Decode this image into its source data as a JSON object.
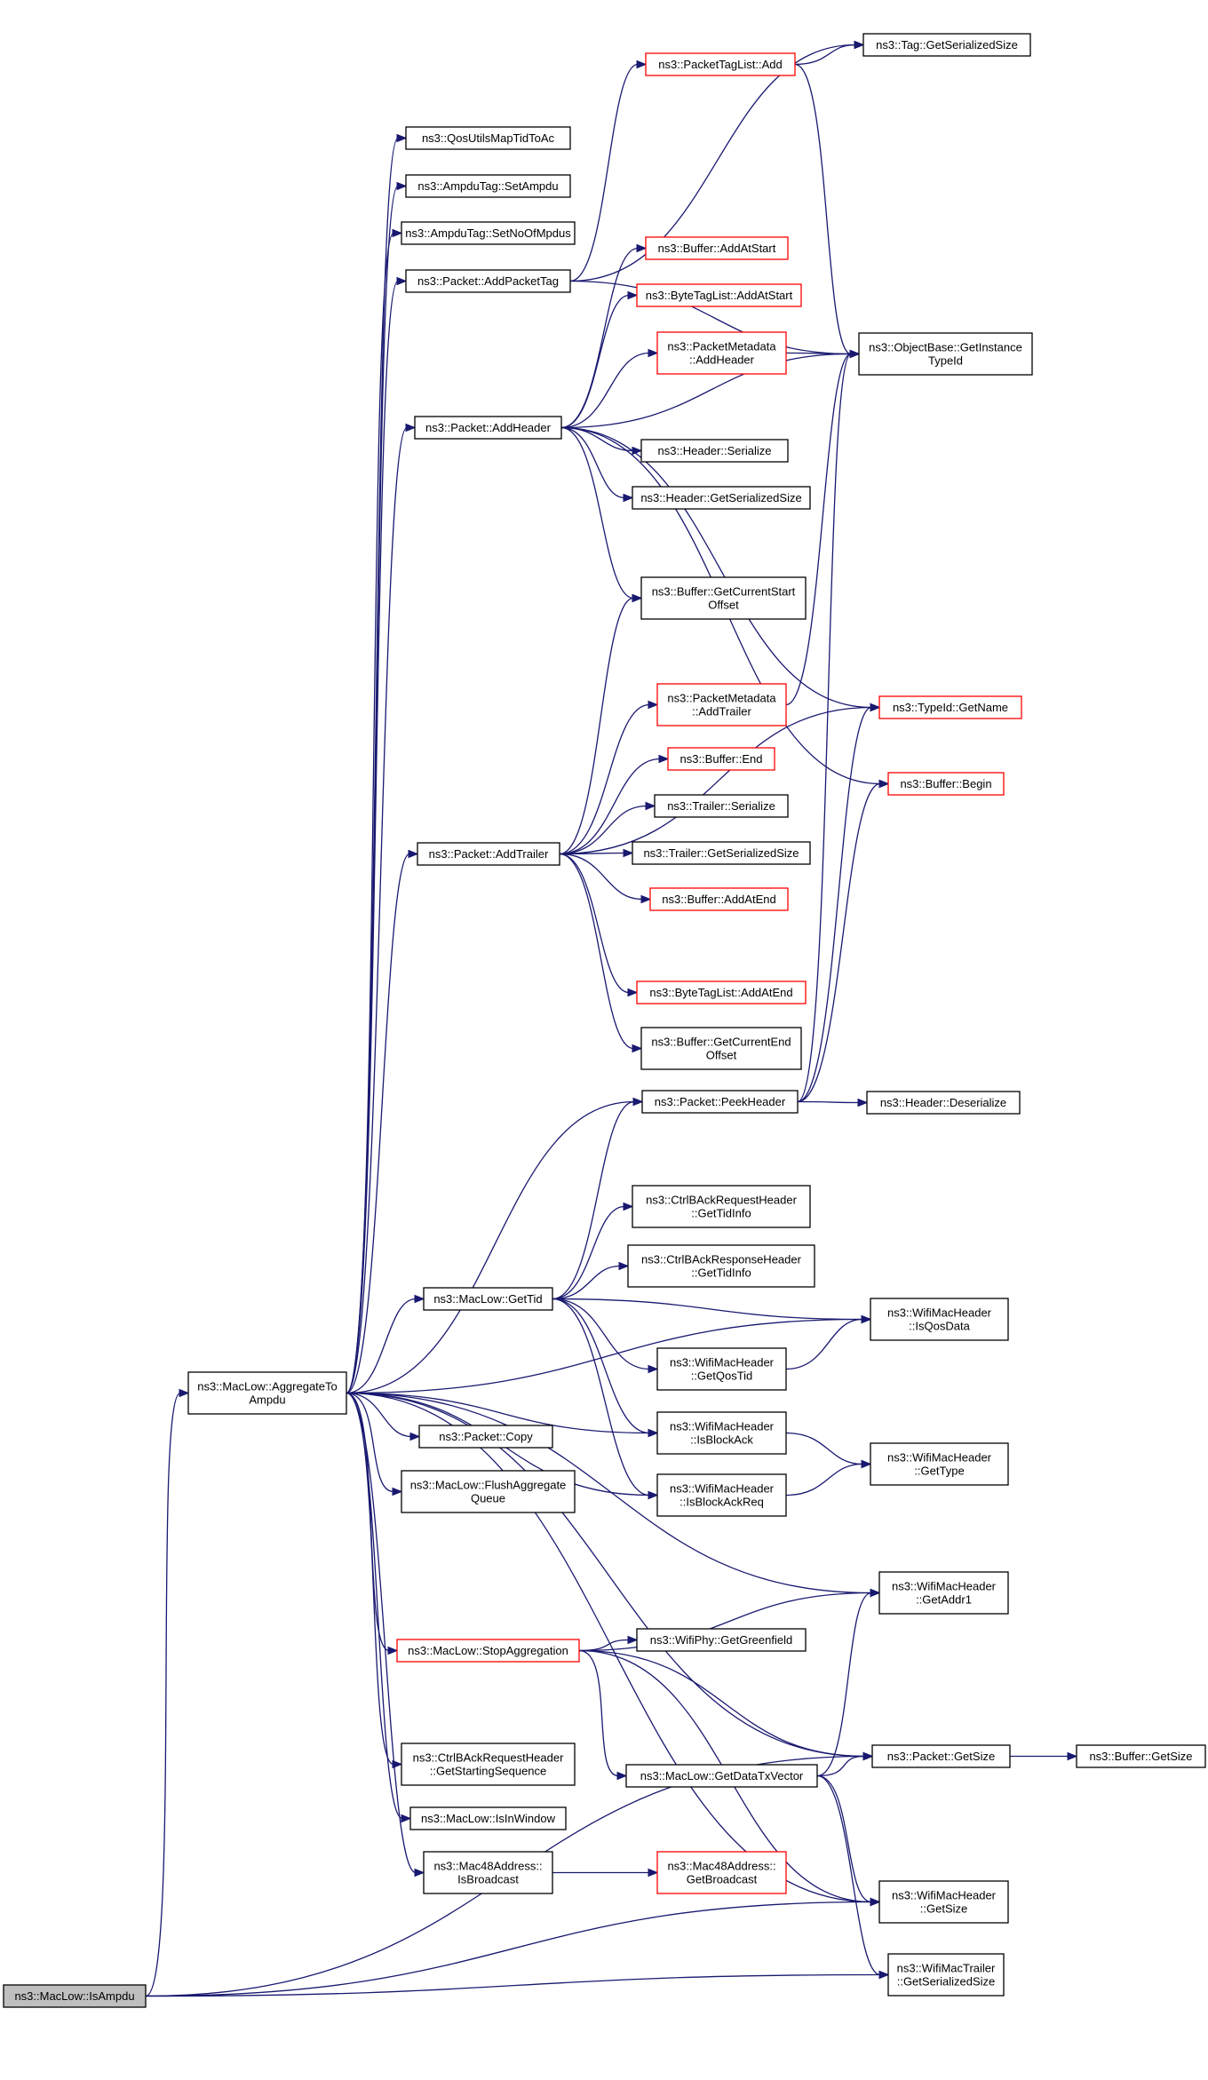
{
  "colors": {
    "edge": "#191970",
    "node_border": "#000000",
    "truncated_border": "#ff0000",
    "root_fill": "#bfbfbf"
  },
  "nodes": {
    "isampdu": {
      "lines": [
        "ns3::MacLow::IsAmpdu"
      ],
      "root": true
    },
    "aggregate": {
      "lines": [
        "ns3::MacLow::AggregateTo",
        "Ampdu"
      ]
    },
    "qosmap": {
      "lines": [
        "ns3::QosUtilsMapTidToAc"
      ]
    },
    "setampdu": {
      "lines": [
        "ns3::AmpduTag::SetAmpdu"
      ]
    },
    "setnoofmpdus": {
      "lines": [
        "ns3::AmpduTag::SetNoOfMpdus"
      ]
    },
    "addpackettag": {
      "lines": [
        "ns3::Packet::AddPacketTag"
      ]
    },
    "addheader": {
      "lines": [
        "ns3::Packet::AddHeader"
      ]
    },
    "addtrailer": {
      "lines": [
        "ns3::Packet::AddTrailer"
      ]
    },
    "peekheader": {
      "lines": [
        "ns3::Packet::PeekHeader"
      ]
    },
    "gettid": {
      "lines": [
        "ns3::MacLow::GetTid"
      ]
    },
    "copy": {
      "lines": [
        "ns3::Packet::Copy"
      ]
    },
    "flushagg": {
      "lines": [
        "ns3::MacLow::FlushAggregate",
        "Queue"
      ]
    },
    "stopagg": {
      "lines": [
        "ns3::MacLow::StopAggregation"
      ],
      "truncated": true
    },
    "getstartseq": {
      "lines": [
        "ns3::CtrlBAckRequestHeader",
        "::GetStartingSequence"
      ]
    },
    "isinwindow": {
      "lines": [
        "ns3::MacLow::IsInWindow"
      ]
    },
    "isbroadcast": {
      "lines": [
        "ns3::Mac48Address::",
        "IsBroadcast"
      ]
    },
    "packettaglistadd": {
      "lines": [
        "ns3::PacketTagList::Add"
      ],
      "truncated": true
    },
    "taggetsersize": {
      "lines": [
        "ns3::Tag::GetSerializedSize"
      ]
    },
    "bufaddatstart": {
      "lines": [
        "ns3::Buffer::AddAtStart"
      ],
      "truncated": true
    },
    "bytetagaddatstart": {
      "lines": [
        "ns3::ByteTagList::AddAtStart"
      ],
      "truncated": true
    },
    "pmaddheader": {
      "lines": [
        "ns3::PacketMetadata",
        "::AddHeader"
      ],
      "truncated": true
    },
    "objgetinstance": {
      "lines": [
        "ns3::ObjectBase::GetInstance",
        "TypeId"
      ]
    },
    "headerserialize": {
      "lines": [
        "ns3::Header::Serialize"
      ]
    },
    "headergetsersize": {
      "lines": [
        "ns3::Header::GetSerializedSize"
      ]
    },
    "bufgetcurstart": {
      "lines": [
        "ns3::Buffer::GetCurrentStart",
        "Offset"
      ]
    },
    "pmaddtrailer": {
      "lines": [
        "ns3::PacketMetadata",
        "::AddTrailer"
      ],
      "truncated": true
    },
    "typeidgetname": {
      "lines": [
        "ns3::TypeId::GetName"
      ],
      "truncated": true
    },
    "bufend": {
      "lines": [
        "ns3::Buffer::End"
      ],
      "truncated": true
    },
    "bufbegin": {
      "lines": [
        "ns3::Buffer::Begin"
      ],
      "truncated": true
    },
    "trailerserialize": {
      "lines": [
        "ns3::Trailer::Serialize"
      ]
    },
    "trailergetsersize": {
      "lines": [
        "ns3::Trailer::GetSerializedSize"
      ]
    },
    "bufaddatend": {
      "lines": [
        "ns3::Buffer::AddAtEnd"
      ],
      "truncated": true
    },
    "bytetagaddatend": {
      "lines": [
        "ns3::ByteTagList::AddAtEnd"
      ],
      "truncated": true
    },
    "bufgetcurend": {
      "lines": [
        "ns3::Buffer::GetCurrentEnd",
        "Offset"
      ]
    },
    "headerdeserialize": {
      "lines": [
        "ns3::Header::Deserialize"
      ]
    },
    "ctrlreqgettid": {
      "lines": [
        "ns3::CtrlBAckRequestHeader",
        "::GetTidInfo"
      ]
    },
    "ctrlrespgettid": {
      "lines": [
        "ns3::CtrlBAckResponseHeader",
        "::GetTidInfo"
      ]
    },
    "isqosdata": {
      "lines": [
        "ns3::WifiMacHeader",
        "::IsQosData"
      ]
    },
    "getqostid": {
      "lines": [
        "ns3::WifiMacHeader",
        "::GetQosTid"
      ]
    },
    "isblockack": {
      "lines": [
        "ns3::WifiMacHeader",
        "::IsBlockAck"
      ]
    },
    "gettype": {
      "lines": [
        "ns3::WifiMacHeader",
        "::GetType"
      ]
    },
    "isblockackreq": {
      "lines": [
        "ns3::WifiMacHeader",
        "::IsBlockAckReq"
      ]
    },
    "getaddr1": {
      "lines": [
        "ns3::WifiMacHeader",
        "::GetAddr1"
      ]
    },
    "getgreenfield": {
      "lines": [
        "ns3::WifiPhy::GetGreenfield"
      ]
    },
    "packetgetsize": {
      "lines": [
        "ns3::Packet::GetSize"
      ]
    },
    "bufgetsize": {
      "lines": [
        "ns3::Buffer::GetSize"
      ]
    },
    "getdatatxvector": {
      "lines": [
        "ns3::MacLow::GetDataTxVector"
      ]
    },
    "getbroadcast": {
      "lines": [
        "ns3::Mac48Address::",
        "GetBroadcast"
      ],
      "truncated": true
    },
    "machdrgetsize": {
      "lines": [
        "ns3::WifiMacHeader",
        "::GetSize"
      ]
    },
    "trailergetsersize2": {
      "lines": [
        "ns3::WifiMacTrailer",
        "::GetSerializedSize"
      ]
    }
  },
  "edges": [
    [
      "isampdu",
      "aggregate"
    ],
    [
      "isampdu",
      "packetgetsize"
    ],
    [
      "isampdu",
      "machdrgetsize"
    ],
    [
      "isampdu",
      "trailergetsersize2"
    ],
    [
      "aggregate",
      "qosmap"
    ],
    [
      "aggregate",
      "setampdu"
    ],
    [
      "aggregate",
      "setnoofmpdus"
    ],
    [
      "aggregate",
      "addpackettag"
    ],
    [
      "aggregate",
      "addheader"
    ],
    [
      "aggregate",
      "addtrailer"
    ],
    [
      "aggregate",
      "peekheader"
    ],
    [
      "aggregate",
      "isqosdata"
    ],
    [
      "aggregate",
      "gettid"
    ],
    [
      "aggregate",
      "isblockack"
    ],
    [
      "aggregate",
      "isblockackreq"
    ],
    [
      "aggregate",
      "copy"
    ],
    [
      "aggregate",
      "flushagg"
    ],
    [
      "aggregate",
      "getaddr1"
    ],
    [
      "aggregate",
      "stopagg"
    ],
    [
      "aggregate",
      "packetgetsize"
    ],
    [
      "aggregate",
      "getstartseq"
    ],
    [
      "aggregate",
      "isinwindow"
    ],
    [
      "aggregate",
      "isbroadcast"
    ],
    [
      "aggregate",
      "machdrgetsize"
    ],
    [
      "addpackettag",
      "packettaglistadd"
    ],
    [
      "addpackettag",
      "taggetsersize"
    ],
    [
      "addpackettag",
      "objgetinstance"
    ],
    [
      "packettaglistadd",
      "taggetsersize"
    ],
    [
      "packettaglistadd",
      "objgetinstance"
    ],
    [
      "addheader",
      "bufaddatstart"
    ],
    [
      "addheader",
      "bytetagaddatstart"
    ],
    [
      "addheader",
      "pmaddheader"
    ],
    [
      "addheader",
      "objgetinstance"
    ],
    [
      "addheader",
      "headerserialize"
    ],
    [
      "addheader",
      "headergetsersize"
    ],
    [
      "addheader",
      "bufgetcurstart"
    ],
    [
      "addheader",
      "typeidgetname"
    ],
    [
      "addheader",
      "bufbegin"
    ],
    [
      "pmaddheader",
      "objgetinstance"
    ],
    [
      "pmaddtrailer",
      "objgetinstance"
    ],
    [
      "addtrailer",
      "bufgetcurstart"
    ],
    [
      "addtrailer",
      "pmaddtrailer"
    ],
    [
      "addtrailer",
      "bufend"
    ],
    [
      "addtrailer",
      "trailerserialize"
    ],
    [
      "addtrailer",
      "trailergetsersize"
    ],
    [
      "addtrailer",
      "bufaddatend"
    ],
    [
      "addtrailer",
      "bytetagaddatend"
    ],
    [
      "addtrailer",
      "bufgetcurend"
    ],
    [
      "addtrailer",
      "typeidgetname"
    ],
    [
      "peekheader",
      "headerdeserialize"
    ],
    [
      "peekheader",
      "objgetinstance"
    ],
    [
      "peekheader",
      "typeidgetname"
    ],
    [
      "peekheader",
      "bufbegin"
    ],
    [
      "gettid",
      "peekheader"
    ],
    [
      "gettid",
      "ctrlreqgettid"
    ],
    [
      "gettid",
      "ctrlrespgettid"
    ],
    [
      "gettid",
      "isqosdata"
    ],
    [
      "gettid",
      "getqostid"
    ],
    [
      "gettid",
      "isblockack"
    ],
    [
      "gettid",
      "isblockackreq"
    ],
    [
      "getqostid",
      "isqosdata"
    ],
    [
      "isblockack",
      "gettype"
    ],
    [
      "isblockackreq",
      "gettype"
    ],
    [
      "stopagg",
      "getaddr1"
    ],
    [
      "stopagg",
      "getgreenfield"
    ],
    [
      "stopagg",
      "packetgetsize"
    ],
    [
      "stopagg",
      "getdatatxvector"
    ],
    [
      "stopagg",
      "machdrgetsize"
    ],
    [
      "getdatatxvector",
      "getaddr1"
    ],
    [
      "getdatatxvector",
      "packetgetsize"
    ],
    [
      "getdatatxvector",
      "machdrgetsize"
    ],
    [
      "getdatatxvector",
      "trailergetsersize2"
    ],
    [
      "packetgetsize",
      "bufgetsize"
    ],
    [
      "isbroadcast",
      "getbroadcast"
    ]
  ]
}
